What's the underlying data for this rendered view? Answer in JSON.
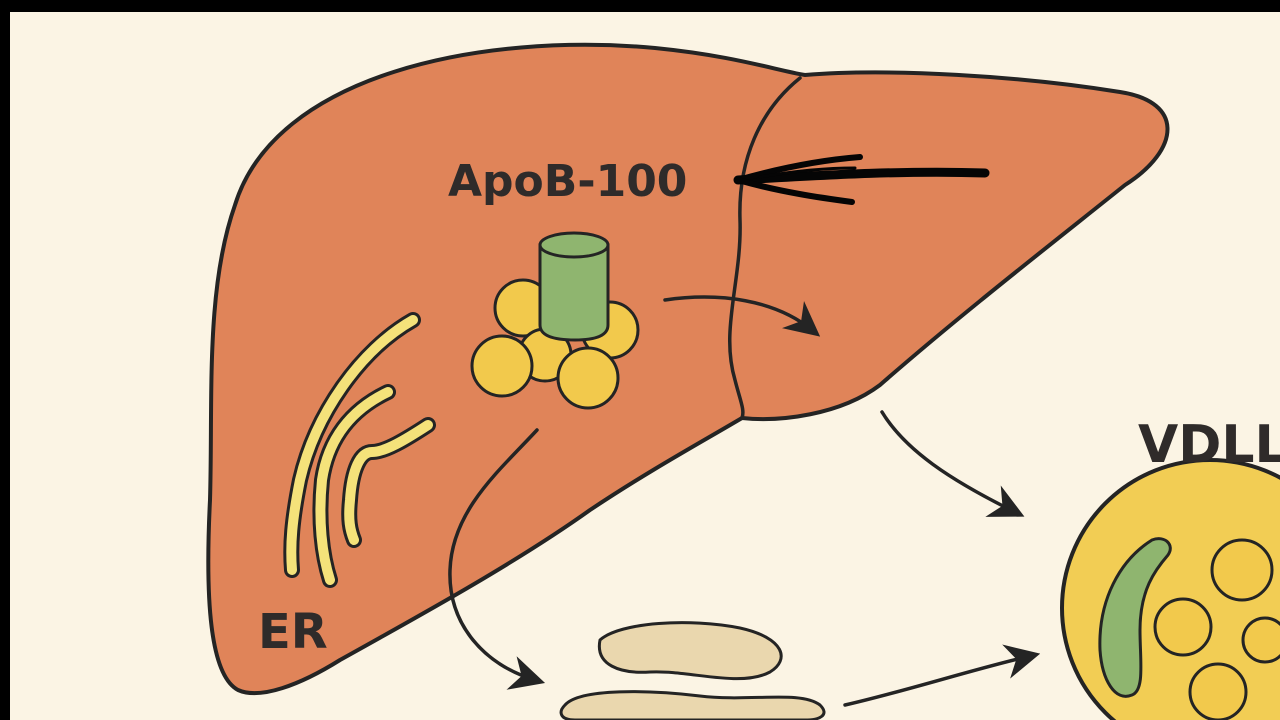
{
  "diagram": {
    "labels": {
      "apob": "ApoB-100",
      "er": "ER",
      "vldl": "VDLL"
    },
    "colors": {
      "background": "#fbf4e4",
      "frame": "#000000",
      "liver": "#e08459",
      "outline": "#242424",
      "er": "#f4e27a",
      "lipid": "#f2c94c",
      "apob": "#8fb56f",
      "vldl_fill": "#f2cd54",
      "golgi": "#ead7ae"
    }
  }
}
